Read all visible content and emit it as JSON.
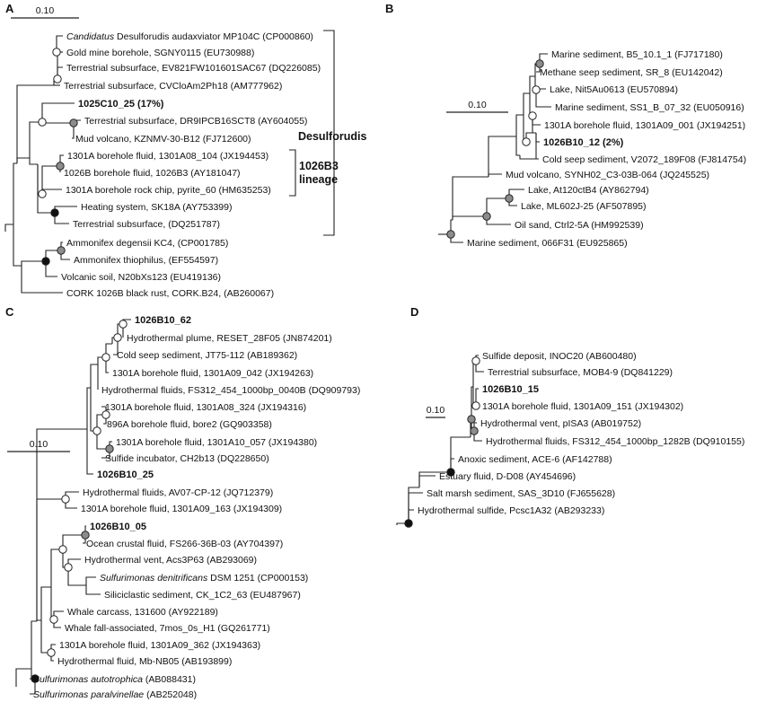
{
  "colors": {
    "black": "#111111",
    "gray": "#8c8c8c",
    "white": "#ffffff",
    "line": "#222222"
  },
  "panels": [
    {
      "id": "A",
      "label": "A",
      "scale_label": "0.10",
      "leaves": [
        {
          "name": "Candidatus Desulforudis audaxviator MP104C (CP000860)",
          "italic_prefix": "Candidatus",
          "rest": " Desulforudis audaxviator MP104C (CP000860)"
        },
        {
          "name": "Gold mine borehole, SGNY0115 (EU730988)"
        },
        {
          "name": "Terrestrial subsurface, EV821FW101601SAC67 (DQ226085)"
        },
        {
          "name": "Terrestrial subsurface, CVCloAm2Ph18 (AM777962)"
        },
        {
          "name": "1025C10_25 (17%)",
          "bold": true
        },
        {
          "name": "Terrestrial subsurface, DR9IPCB16SCT8 (AY604055)"
        },
        {
          "name": "Mud volcano, KZNMV-30-B12 (FJ712600)"
        },
        {
          "name": "1301A borehole fluid, 1301A08_104 (JX194453)"
        },
        {
          "name": "1026B borehole fluid, 1026B3 (AY181047)"
        },
        {
          "name": "1301A borehole rock chip, pyrite_60 (HM635253)"
        },
        {
          "name": "Heating system, SK18A (AY753399)"
        },
        {
          "name": "Terrestrial subsurface, (DQ251787)"
        },
        {
          "name": "Ammonifex degensii KC4, (CP001785)"
        },
        {
          "name": "Ammonifex thiophilus, (EF554597)"
        },
        {
          "name": "Volcanic soil, N20bXs123 (EU419136)"
        },
        {
          "name": "CORK 1026B black rust, CORK.B24, (AB260067)"
        }
      ],
      "groups": [
        {
          "name": "Desulforudis"
        },
        {
          "name": "1026B3 lineage",
          "line1": "1026B3",
          "line2": "lineage"
        }
      ]
    },
    {
      "id": "B",
      "label": "B",
      "scale_label": "0.10",
      "leaves": [
        {
          "name": "Marine sediment, B5_10.1_1 (FJ717180)"
        },
        {
          "name": "Methane seep sediment, SR_8 (EU142042)"
        },
        {
          "name": "Lake, Nit5Au0613 (EU570894)"
        },
        {
          "name": "Marine sediment, SS1_B_07_32 (EU050916)"
        },
        {
          "name": "1301A borehole fluid, 1301A09_001 (JX194251)"
        },
        {
          "name": "1026B10_12 (2%)",
          "bold": true
        },
        {
          "name": "Cold seep sediment, V2072_189F08 (FJ814754)"
        },
        {
          "name": "Mud volcano, SYNH02_C3-03B-064 (JQ245525)"
        },
        {
          "name": "Lake, At120ctB4 (AY862794)"
        },
        {
          "name": "Lake, ML602J-25 (AF507895)"
        },
        {
          "name": "Oil sand, Ctrl2-5A (HM992539)"
        },
        {
          "name": "Marine sediment, 066F31 (EU925865)"
        }
      ]
    },
    {
      "id": "C",
      "label": "C",
      "scale_label": "0.10",
      "leaves": [
        {
          "name": "1026B10_62",
          "bold": true
        },
        {
          "name": "Hydrothermal plume, RESET_28F05 (JN874201)"
        },
        {
          "name": "Cold seep sediment, JT75-112 (AB189362)"
        },
        {
          "name": "1301A borehole fluid, 1301A09_042 (JX194263)"
        },
        {
          "name": "Hydrothermal fluids, FS312_454_1000bp_0040B (DQ909793)"
        },
        {
          "name": "1301A borehole fluid, 1301A08_324 (JX194316)"
        },
        {
          "name": "896A borehole fluid, bore2 (GQ903358)"
        },
        {
          "name": "1301A borehole fluid, 1301A10_057 (JX194380)"
        },
        {
          "name": "Sulfide incubator, CH2b13 (DQ228650)"
        },
        {
          "name": "1026B10_25",
          "bold": true
        },
        {
          "name": "Hydrothermal fluids, AV07-CP-12 (JQ712379)"
        },
        {
          "name": "1301A borehole fluid, 1301A09_163 (JX194309)"
        },
        {
          "name": "1026B10_05",
          "bold": true
        },
        {
          "name": "Ocean crustal fluid, FS266-36B-03 (AY704397)"
        },
        {
          "name": "Hydrothermal vent, Acs3P63 (AB293069)"
        },
        {
          "name": "Sulfurimonas denitrificans DSM 1251 (CP000153)",
          "italic_prefix": "Sulfurimonas denitrificans",
          "rest": " DSM 1251 (CP000153)"
        },
        {
          "name": "Siliciclastic sediment, CK_1C2_63 (EU487967)"
        },
        {
          "name": "Whale carcass, 131600 (AY922189)"
        },
        {
          "name": "Whale fall-associated, 7mos_0s_H1 (GQ261771)"
        },
        {
          "name": "1301A borehole fluid, 1301A09_362 (JX194363)"
        },
        {
          "name": "Hydrothermal fluid, Mb-NB05 (AB193899)"
        },
        {
          "name": "Sulfurimonas autotrophica (AB088431)",
          "italic_prefix": "Sulfurimonas autotrophica",
          "rest": " (AB088431)"
        },
        {
          "name": "Sulfurimonas paralvinellae (AB252048)",
          "italic_prefix": "Sulfurimonas paralvinellae",
          "rest": " (AB252048)"
        }
      ]
    },
    {
      "id": "D",
      "label": "D",
      "scale_label": "0.10",
      "leaves": [
        {
          "name": "Sulfide deposit, INOC20 (AB600480)"
        },
        {
          "name": "Terrestrial subsurface, MOB4-9 (DQ841229)"
        },
        {
          "name": "1026B10_15",
          "bold": true
        },
        {
          "name": "1301A borehole fluid, 1301A09_151 (JX194302)"
        },
        {
          "name": "Hydrothermal vent, pISA3 (AB019752)"
        },
        {
          "name": "Hydrothermal fluids, FS312_454_1000bp_1282B (DQ910155)"
        },
        {
          "name": "Anoxic sediment, ACE-6 (AF142788)"
        },
        {
          "name": "Estuary fluid, D-D08 (AY454696)"
        },
        {
          "name": "Salt marsh sediment, SAS_3D10 (FJ655628)"
        },
        {
          "name": "Hydrothermal sulfide, Pcsc1A32 (AB293233)"
        }
      ]
    }
  ]
}
